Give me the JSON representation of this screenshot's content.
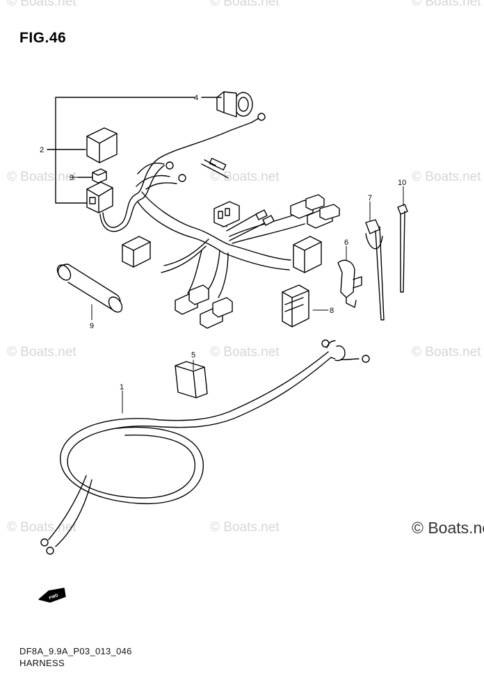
{
  "figure": {
    "title": "FIG.46"
  },
  "watermarks": {
    "text": "© Boats.net",
    "large_text": "© Boats.net"
  },
  "footer": {
    "code": "DF8A_9.9A_P03_013_046",
    "caption": "HARNESS"
  },
  "direction_tag": "FWD",
  "callouts": [
    {
      "id": "1",
      "label": "1"
    },
    {
      "id": "2",
      "label": "2"
    },
    {
      "id": "3",
      "label": "3"
    },
    {
      "id": "4",
      "label": "4"
    },
    {
      "id": "5",
      "label": "5"
    },
    {
      "id": "6",
      "label": "6"
    },
    {
      "id": "7",
      "label": "7"
    },
    {
      "id": "8",
      "label": "8"
    },
    {
      "id": "9",
      "label": "9"
    },
    {
      "id": "10",
      "label": "10"
    }
  ]
}
